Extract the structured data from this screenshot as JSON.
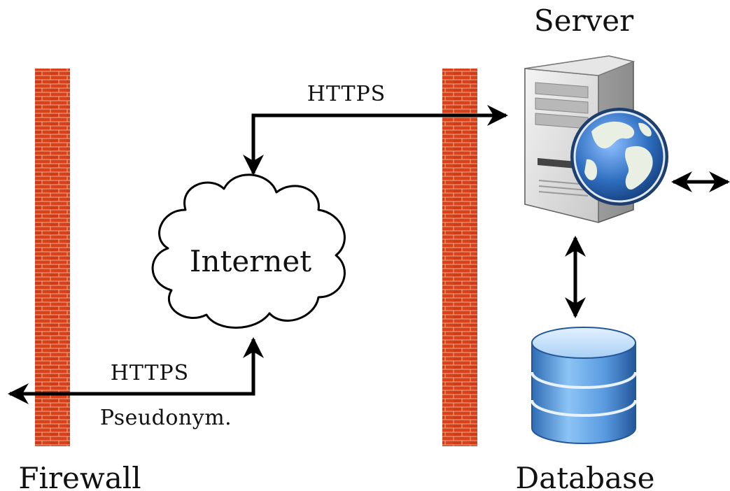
{
  "labels": {
    "server": "Server",
    "internet": "Internet",
    "database": "Database",
    "firewall": "Firewall",
    "https_top": "HTTPS",
    "https_bottom": "HTTPS",
    "pseudonym": "Pseudonym."
  },
  "icons": {
    "left_firewall": "brick-wall-icon",
    "right_firewall": "brick-wall-icon",
    "cloud": "cloud-icon",
    "server": "server-tower-icon",
    "globe": "globe-icon",
    "database": "database-cylinder-icon"
  },
  "colors": {
    "brick": "#d9401c",
    "mortar": "#e8b08a",
    "arrow": "#000000",
    "globe_ocean": "#2f6fc0",
    "database_blue": "#5a9be0",
    "server_gray": "#d8d8d8"
  }
}
